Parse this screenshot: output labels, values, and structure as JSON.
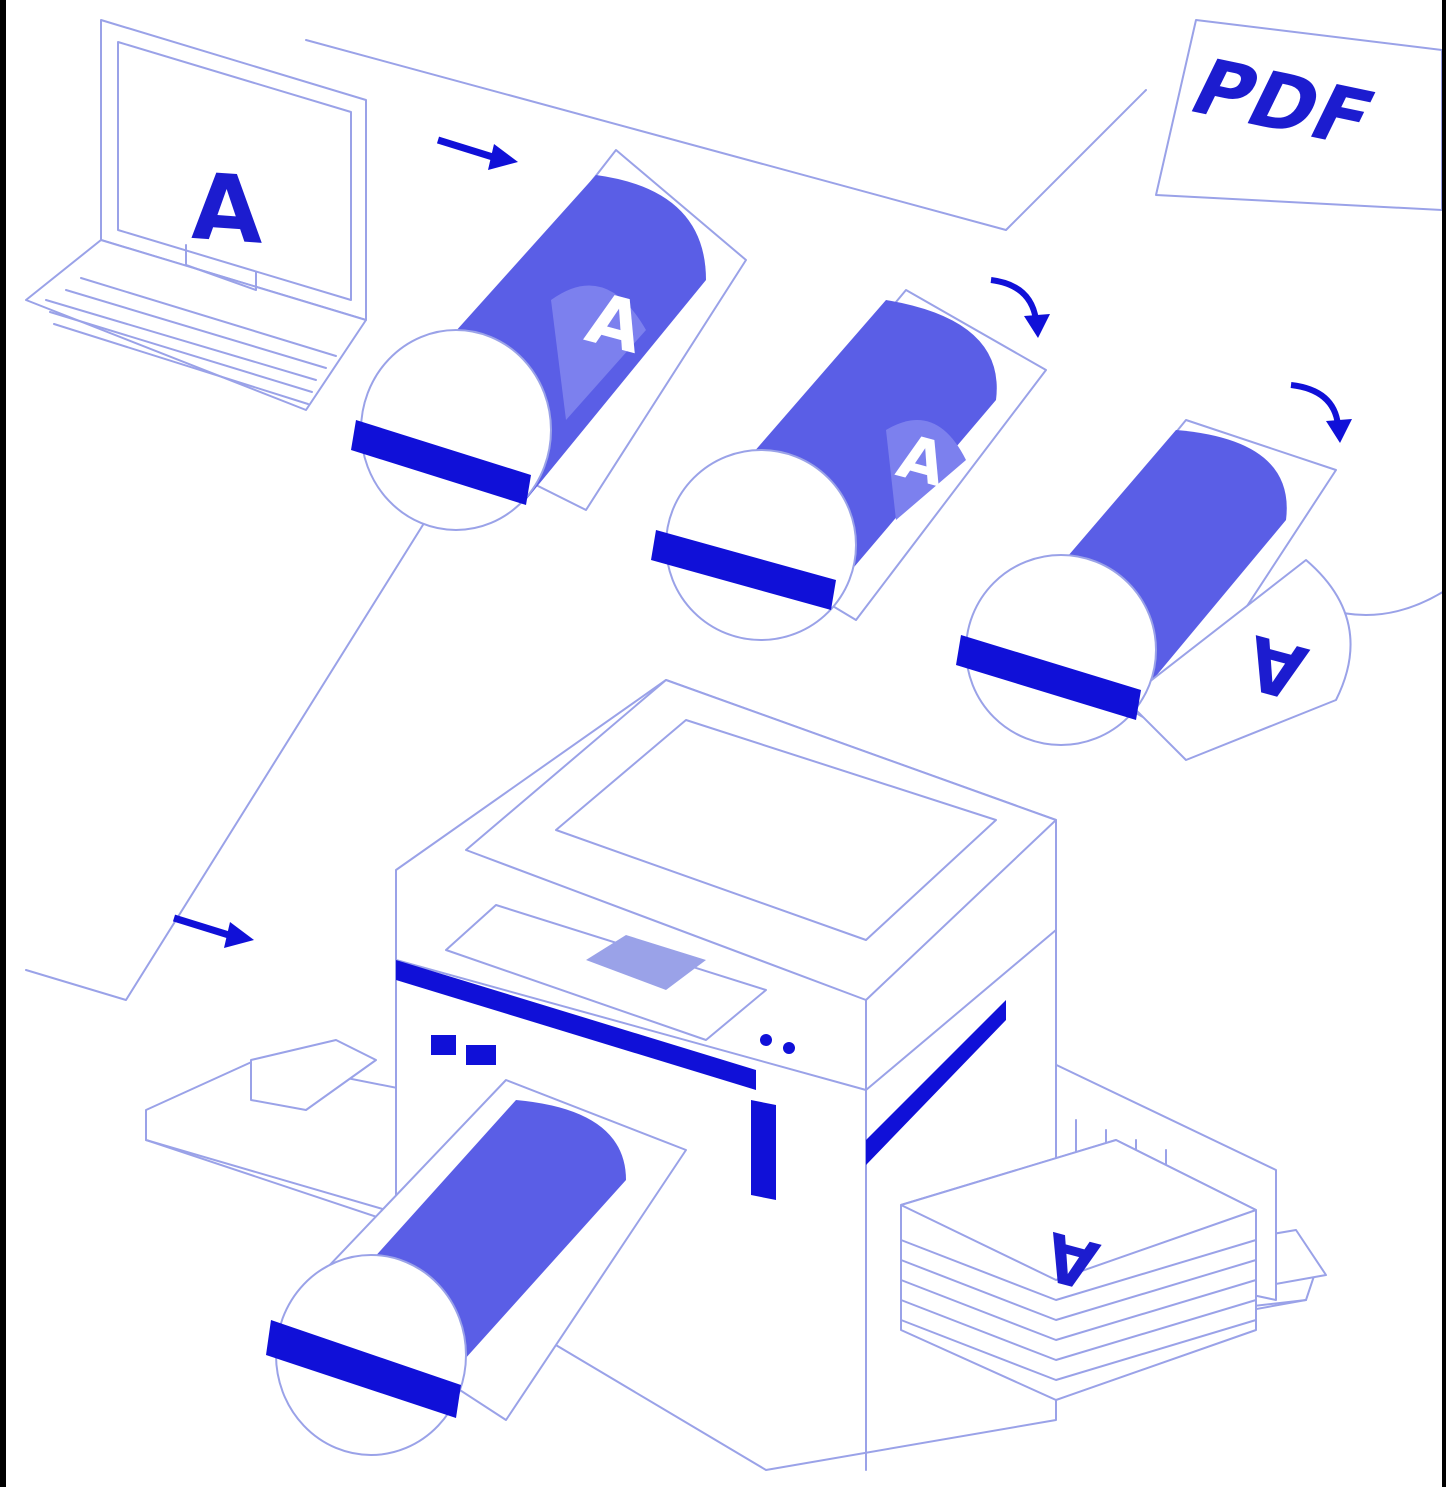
{
  "diagram": {
    "monitor_letter": "A",
    "pdf_label": "PDF",
    "drum_letter": "A",
    "output_letter": "A"
  },
  "colors": {
    "ink": "#1010d8",
    "fill": "#5a5ee6",
    "fill_light": "#7c80ee",
    "line": "#9aa2e8"
  },
  "icons": [
    "arrow-right-icon",
    "rotate-arrow-icon",
    "laptop-icon",
    "pdf-sheet-icon",
    "printing-drum-icon",
    "printer-machine-icon",
    "paper-stack-icon"
  ]
}
